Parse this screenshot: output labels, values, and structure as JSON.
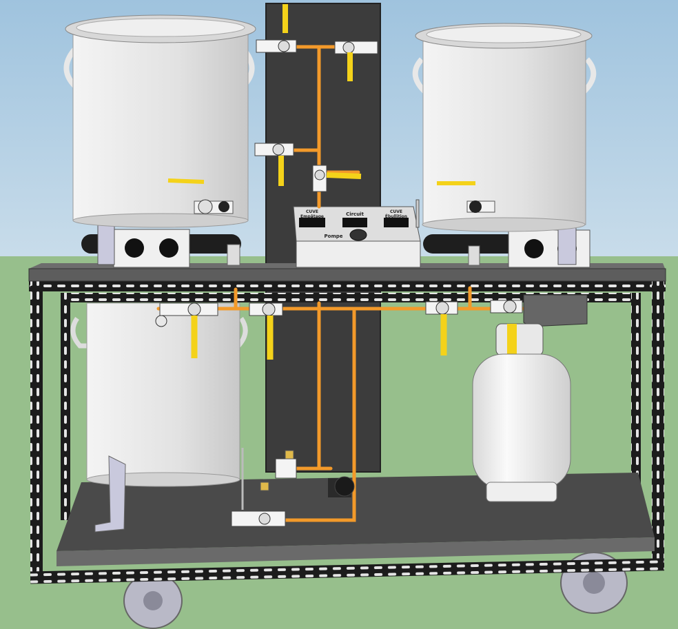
{
  "colors": {
    "sky_top": "#9fc3de",
    "sky_bottom": "#c4daea",
    "grass": "#97bf8c",
    "steel_kettle": "#e4e4e4",
    "kettle_shadow": "#bdbdbd",
    "frame_black": "#1c1c1c",
    "shelf_gray": "#5d5d5d",
    "backboard": "#3c3c3c",
    "pipe_orange": "#f39a2a",
    "valve_yellow": "#f4d21a",
    "control_box": "#eeeeee",
    "display_red": "#ff2a2a",
    "propane_tank": "#f2f2f2",
    "caster_gray": "#b9b9c7"
  },
  "control_panel": {
    "display_left": {
      "title": "CUVE",
      "subtitle": "Empâtage"
    },
    "display_middle": {
      "title": "Circuit"
    },
    "display_right": {
      "title": "CUVE",
      "subtitle": "Ébullition"
    },
    "pump_label": "Pompe"
  },
  "icons": {
    "kettle": "kettle-icon",
    "valve": "ball-valve-icon",
    "tank": "propane-tank-icon",
    "caster": "caster-wheel-icon"
  }
}
